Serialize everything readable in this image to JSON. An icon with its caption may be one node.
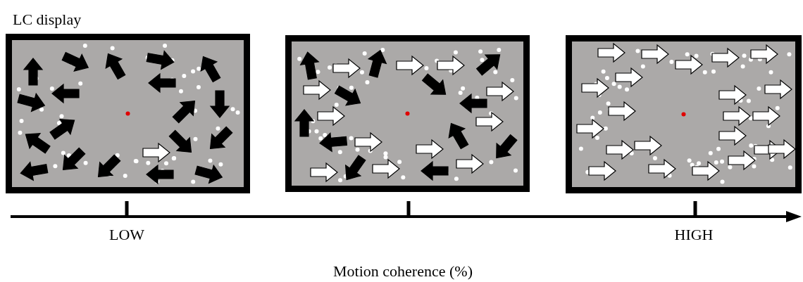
{
  "diagram": {
    "labels": [
      "LC display",
      "LOW",
      "HIGH",
      "Motion coherence (%)"
    ]
  }
}
